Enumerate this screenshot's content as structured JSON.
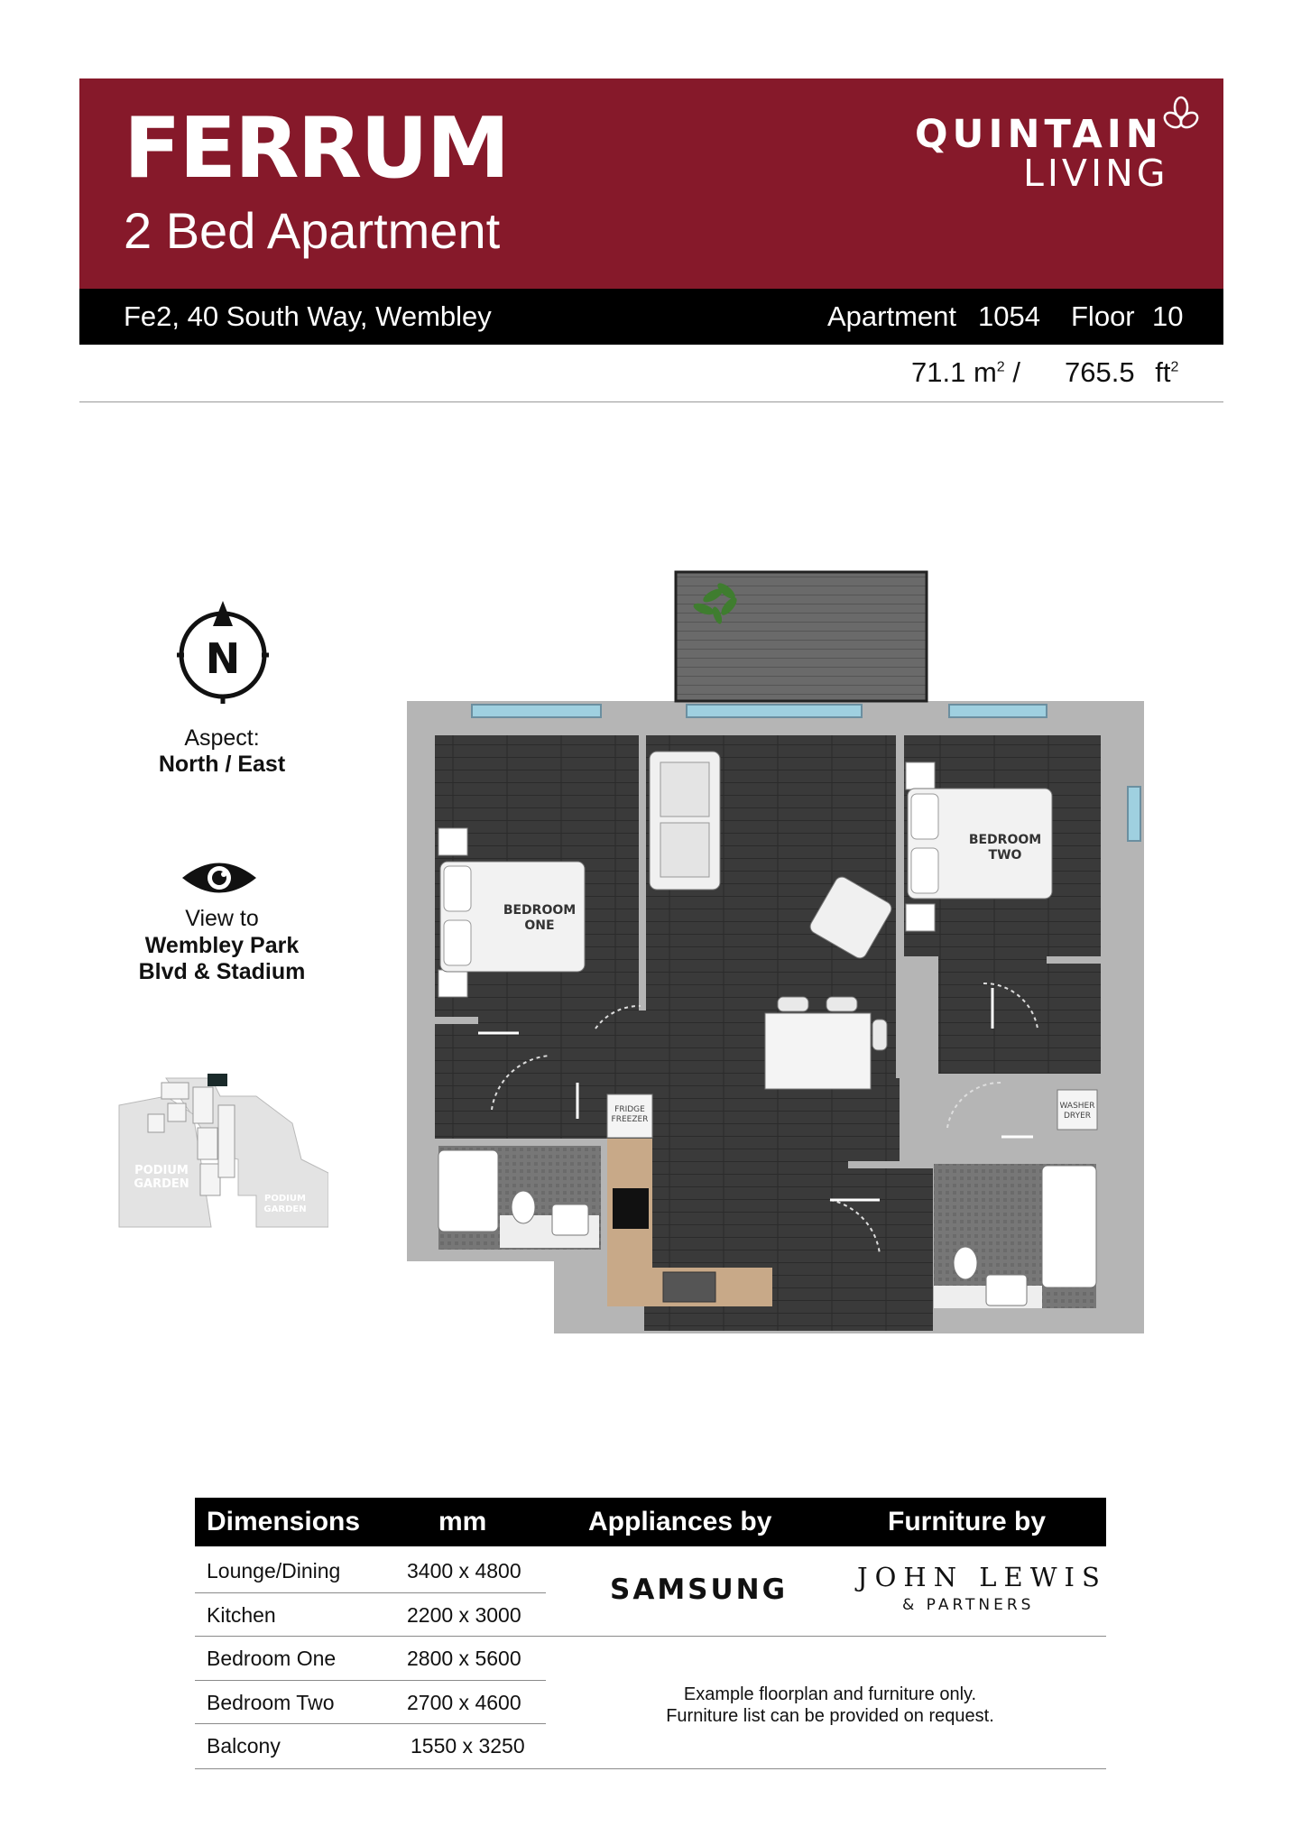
{
  "header": {
    "title": "FERRUM",
    "subtitle": "2 Bed Apartment",
    "brand_line1": "QUINTAIN",
    "brand_line2": "LIVING",
    "brand_color": "#86192a"
  },
  "address_bar": {
    "address": "Fe2, 40 South Way, Wembley",
    "apartment_label": "Apartment",
    "apartment_number": "1054",
    "floor_label": "Floor",
    "floor_number": "10"
  },
  "area": {
    "sqm": "71.1",
    "sqm_unit": "m",
    "sqm_sup": "2",
    "separator": "/",
    "sqft": "765.5",
    "sqft_unit": "ft",
    "sqft_sup": "2"
  },
  "compass": {
    "letter": "N",
    "aspect_label": "Aspect:",
    "aspect_value": "North / East"
  },
  "view": {
    "label": "View to",
    "line1": "Wembley Park",
    "line2": "Blvd & Stadium"
  },
  "site_plan": {
    "garden1_line1": "PODIUM",
    "garden1_line2": "GARDEN",
    "garden2_line1": "PODIUM",
    "garden2_line2": "GARDEN"
  },
  "floorplan": {
    "bedroom_one_l1": "BEDROOM",
    "bedroom_one_l2": "ONE",
    "bedroom_two_l1": "BEDROOM",
    "bedroom_two_l2": "TWO",
    "fridge_l1": "FRIDGE",
    "fridge_l2": "FREEZER",
    "washer_l1": "WASHER",
    "washer_l2": "DRYER"
  },
  "table": {
    "headers": [
      "Dimensions",
      "mm",
      "Appliances by",
      "Furniture by"
    ],
    "rows": [
      {
        "room": "Lounge/Dining",
        "size": "3400 x 4800"
      },
      {
        "room": "Kitchen",
        "size": "2200 x 3000"
      },
      {
        "room": "Bedroom One",
        "size": "2800 x 5600"
      },
      {
        "room": "Bedroom Two",
        "size": "2700 x 4600"
      },
      {
        "room": "Balcony",
        "size": "1550 x 3250"
      }
    ],
    "appliances_brand": "SAMSUNG",
    "furniture_brand_line1": "JOHN LEWIS",
    "furniture_brand_line2": "& PARTNERS",
    "note_line1": "Example floorplan and furniture only.",
    "note_line2": "Furniture list can be provided on request."
  }
}
